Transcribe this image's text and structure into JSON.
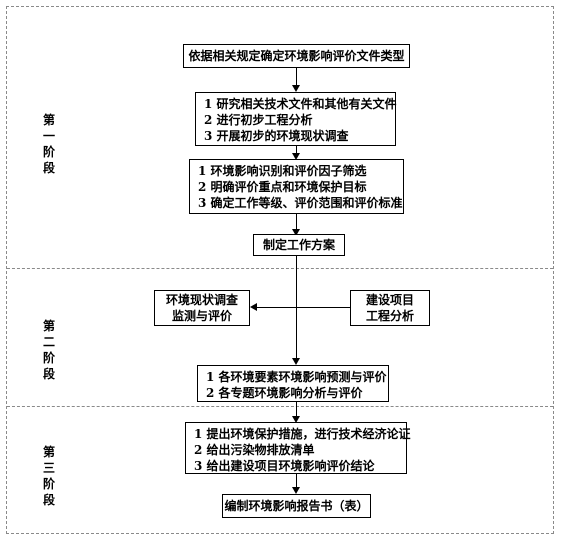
{
  "stages": [
    {
      "chars": [
        "第",
        "一",
        "阶",
        "段"
      ]
    },
    {
      "chars": [
        "第",
        "二",
        "阶",
        "段"
      ]
    },
    {
      "chars": [
        "第",
        "三",
        "阶",
        "段"
      ]
    }
  ],
  "boxes": {
    "determine_type": "依据相关规定确定环境影响评价文件类型",
    "research": [
      "1 研究相关技术文件和其他有关文件",
      "2 进行初步工程分析",
      "3 开展初步的环境现状调查"
    ],
    "identify": [
      "1 环境影响识别和评价因子筛选",
      "2 明确评价重点和环境保护目标",
      "3 确定工作等级、评价范围和评价标准"
    ],
    "work_plan": "制定工作方案",
    "env_survey": [
      "环境现状调查",
      "监测与评价"
    ],
    "project_analysis": [
      "建设项目",
      "工程分析"
    ],
    "prediction": [
      "1 各环境要素环境影响预测与评价",
      "2 各专题环境影响分析与评价"
    ],
    "measures": [
      "1 提出环境保护措施，进行技术经济论证",
      "2 给出污染物排放清单",
      "3 给出建设项目环境影响评价结论"
    ],
    "report": "编制环境影响报告书（表）"
  }
}
